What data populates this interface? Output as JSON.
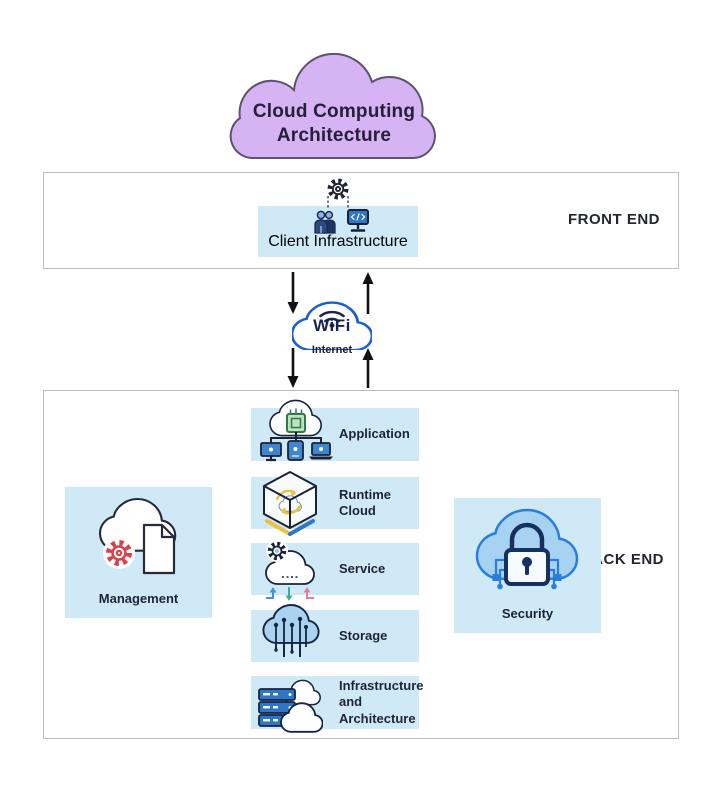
{
  "title": {
    "text": "Cloud Computing Architecture"
  },
  "front_end": {
    "section_label": "FRONT END",
    "client_infrastructure": {
      "label": "Client Infrastructure",
      "icons": [
        "gear-icon",
        "users-icon",
        "monitor-code-icon"
      ]
    }
  },
  "connector": {
    "wifi_label": "WiFi",
    "internet_label": "Internet",
    "arrows": [
      "down",
      "up",
      "down",
      "up"
    ]
  },
  "back_end": {
    "section_label": "BACK END",
    "stack": [
      {
        "label": "Application",
        "icon": "cloud-chip-devices-icon"
      },
      {
        "label": "Runtime Cloud",
        "icon": "cube-wireframe-icon"
      },
      {
        "label": "Service",
        "icon": "cloud-gear-arrows-icon"
      },
      {
        "label": "Storage",
        "icon": "cloud-circuit-icon"
      },
      {
        "label": "Infrastructure and Architecture",
        "icon": "servers-cloud-icon"
      }
    ],
    "management": {
      "label": "Management",
      "icon": "cloud-gear-document-icon"
    },
    "security": {
      "label": "Security",
      "icon": "cloud-padlock-icon"
    }
  },
  "colors": {
    "title_cloud_fill": "#d6b3f2",
    "title_cloud_border": "#5c5370",
    "panel_border": "#b9bdc5",
    "tile_blue": "#cfe9f6",
    "text_dark": "#20243a",
    "icon_navy": "#1a2335",
    "icon_blue": "#2e77c8",
    "security_blue": "#2a7ddf",
    "storage_cloud_fill": "#a9d3f0",
    "chip_green": "#2f7a4c",
    "gear_red": "#d8414e",
    "wifi_blue": "#1e5fd0",
    "arrow_black": "#111111"
  }
}
